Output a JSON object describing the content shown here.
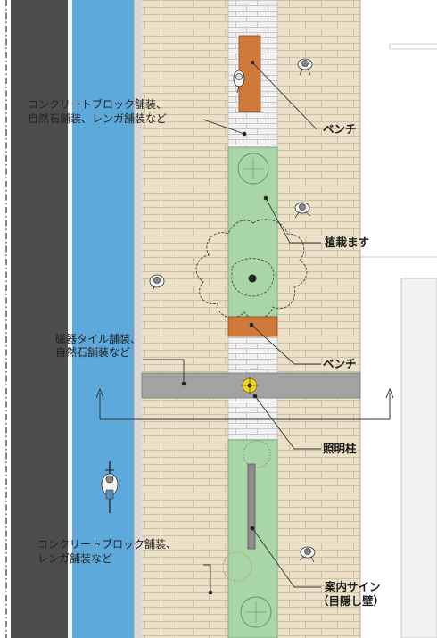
{
  "colors": {
    "asphalt": "#4d4d4d",
    "bike_lane": "#5ea9dc",
    "brick_paving": "#ebe1c9",
    "brick_line": "#c9bb9a",
    "planter": "#a9d6a8",
    "bench": "#cf7a3a",
    "tile_band": "#a3a3a3",
    "light_pole": "#f2d21e"
  },
  "labels": {
    "paving_top": [
      "コンクリートブロック舗装、",
      "自然石舗装、レンガ舗装など"
    ],
    "bench_top": "ベンチ",
    "planter": "植栽ます",
    "tile_paving": [
      "磁器タイル舗装、",
      "自然石舗装など"
    ],
    "bench_mid": "ベンチ",
    "light_pole": "照明柱",
    "paving_bottom": [
      "コンクリートブロック舗装、",
      "レンガ舗装など"
    ],
    "sign": [
      "案内サイン",
      "（目隠し壁）"
    ]
  },
  "icons": [
    "pedestrian-icon",
    "cyclist-icon",
    "tree-icon",
    "light-pole-icon"
  ]
}
